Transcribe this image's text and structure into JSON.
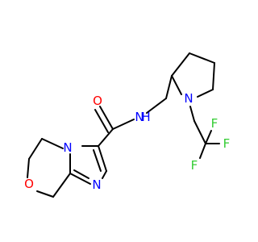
{
  "colors": {
    "bond": "#000000",
    "carbon": "#000000",
    "nitrogen": "#0000ff",
    "oxygen": "#ff0000",
    "fluorine": "#33cc33",
    "background": "#ffffff"
  },
  "atoms": {
    "amide_o": {
      "symbol": "O",
      "element": "oxygen"
    },
    "amide_n": {
      "symbol": "N",
      "element": "nitrogen"
    },
    "amide_h": {
      "symbol": "H",
      "element": "nitrogen"
    },
    "pyrrolidine_n": {
      "symbol": "N",
      "element": "nitrogen"
    },
    "imidazole_n_bridge": {
      "symbol": "N",
      "element": "nitrogen"
    },
    "imidazole_n": {
      "symbol": "N",
      "element": "nitrogen"
    },
    "morpholine_o": {
      "symbol": "O",
      "element": "oxygen"
    },
    "f_top": {
      "symbol": "F",
      "element": "fluorine"
    },
    "f_right": {
      "symbol": "F",
      "element": "fluorine"
    },
    "f_bottom": {
      "symbol": "F",
      "element": "fluorine"
    }
  }
}
